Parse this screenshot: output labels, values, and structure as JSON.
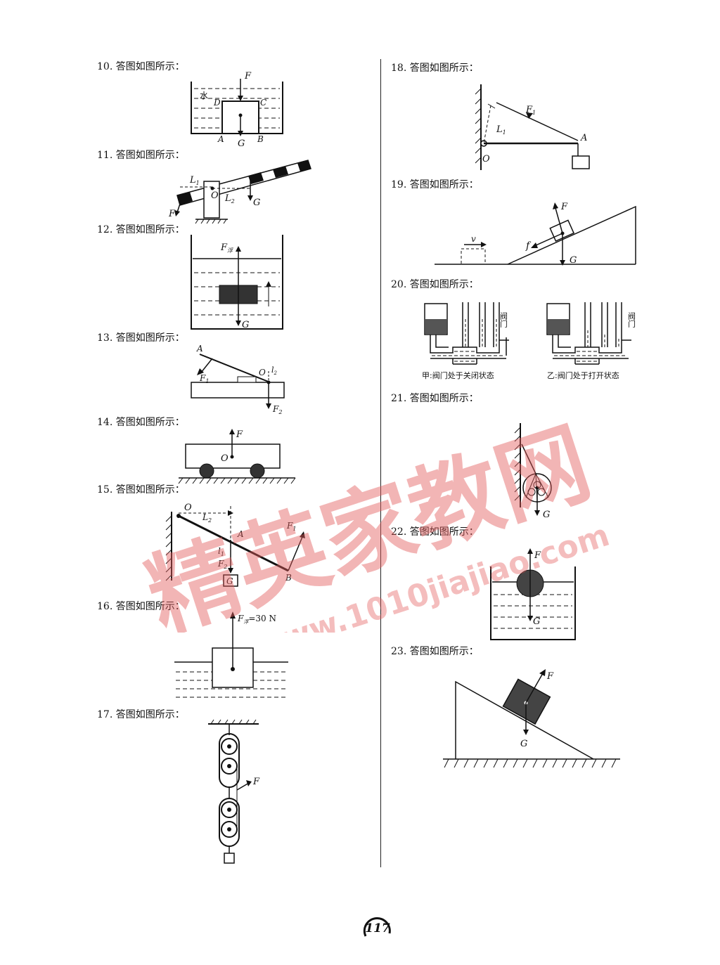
{
  "items": {
    "q10": {
      "label": "10. 答图如图所示：",
      "water": "水",
      "F": "F",
      "D": "D",
      "C": "C",
      "A": "A",
      "B": "B",
      "G": "G"
    },
    "q11": {
      "label": "11. 答图如图所示：",
      "L1": "L",
      "L1sub": "1",
      "O": "O",
      "L2": "L",
      "L2sub": "2",
      "G": "G",
      "F": "F"
    },
    "q12": {
      "label": "12. 答图如图所示：",
      "F": "F",
      "Fsub": "浮",
      "G": "G"
    },
    "q13": {
      "label": "13. 答图如图所示：",
      "A": "A",
      "F1": "F",
      "F1sub": "1",
      "O": "O",
      "l2": "l",
      "l2sub": "2",
      "F2": "F",
      "F2sub": "2"
    },
    "q14": {
      "label": "14. 答图如图所示：",
      "F": "F",
      "O": "O"
    },
    "q15": {
      "label": "15. 答图如图所示：",
      "O": "O",
      "L2": "L",
      "L2sub": "2",
      "A": "A",
      "F1": "F",
      "F1sub": "1",
      "l1": "l",
      "l1sub": "1",
      "F2": "F",
      "F2sub": "2",
      "G": "G",
      "B": "B"
    },
    "q16": {
      "label": "16. 答图如图所示：",
      "force": "F",
      "forceSub": "浮",
      "forceValue": "=30 N"
    },
    "q17": {
      "label": "17. 答图如图所示：",
      "F": "F"
    },
    "q18": {
      "label": "18. 答图如图所示：",
      "F1": "F",
      "F1sub": "1",
      "L1": "L",
      "L1sub": "1",
      "A": "A",
      "O": "O"
    },
    "q19": {
      "label": "19. 答图如图所示：",
      "F": "F",
      "v": "v",
      "f": "f",
      "G": "G"
    },
    "q20": {
      "label": "20. 答图如图所示：",
      "valve": "阀门",
      "captionLeft": "甲:阀门处于关闭状态",
      "captionRight": "乙:阀门处于打开状态"
    },
    "q21": {
      "label": "21. 答图如图所示：",
      "G": "G"
    },
    "q22": {
      "label": "22. 答图如图所示：",
      "F": "F",
      "G": "G"
    },
    "q23": {
      "label": "23. 答图如图所示：",
      "F": "F",
      "G": "G"
    }
  },
  "page_number": "117",
  "watermark": {
    "text": "精英家教网",
    "url": "www.1010jiajiao.com"
  }
}
